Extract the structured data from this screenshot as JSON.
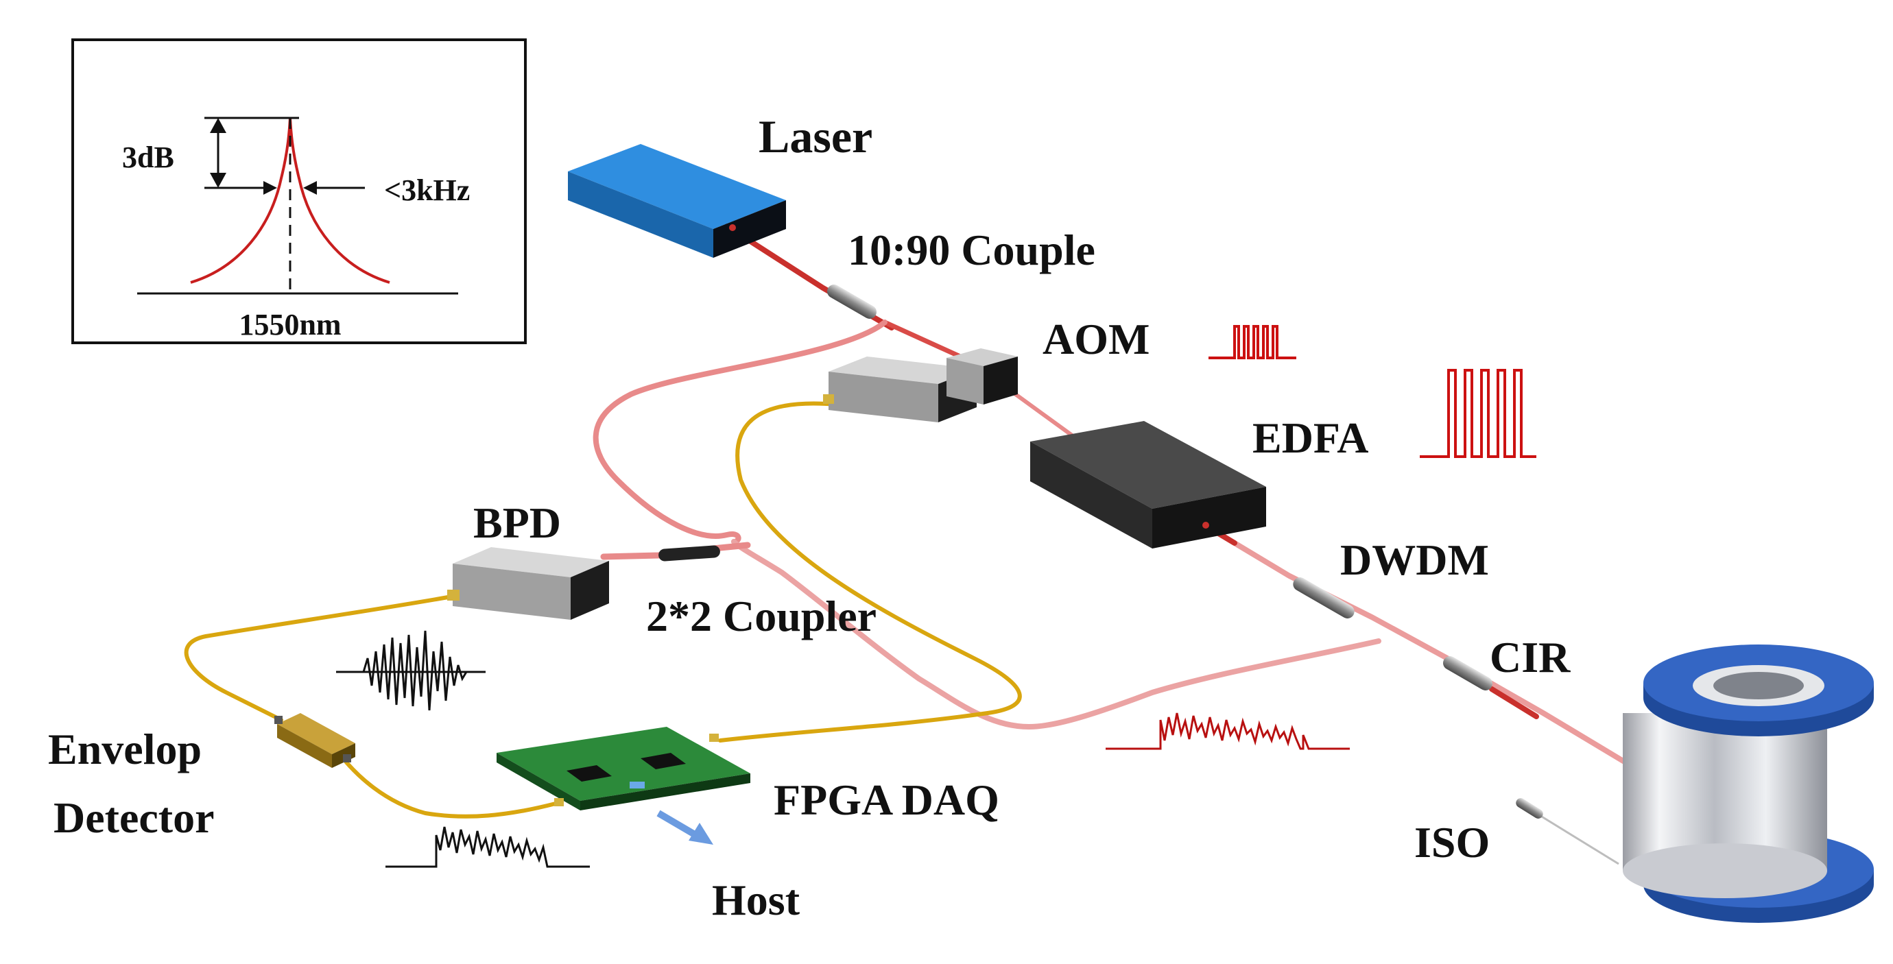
{
  "inset": {
    "attenuation_label": "3dB",
    "linewidth_label": "<3kHz",
    "wavelength_label": "1550nm"
  },
  "labels": {
    "laser": "Laser",
    "coupler_10_90": "10:90 Couple",
    "aom": "AOM",
    "edfa": "EDFA",
    "dwdm": "DWDM",
    "cir": "CIR",
    "iso": "ISO",
    "bpd": "BPD",
    "coupler_2x2": "2*2 Coupler",
    "envelope_detector_line1": "Envelop",
    "envelope_detector_line2": "Detector",
    "fpga_daq": "FPGA DAQ",
    "host": "Host"
  },
  "colors": {
    "fiber_optical": "#e88a8a",
    "fiber_optical_dark": "#c9302c",
    "fiber_electrical": "#d9a60f",
    "pulse_red": "#cc1111",
    "laser_blue": "#1e7bc8",
    "device_dark": "#2b2b2b",
    "module_gray": "#b5b5b5",
    "pcb_green": "#1f6e2a",
    "spool_blue": "#2d5fb8",
    "spool_silver": "#d8dadf",
    "host_arrow": "#6b9be0"
  }
}
